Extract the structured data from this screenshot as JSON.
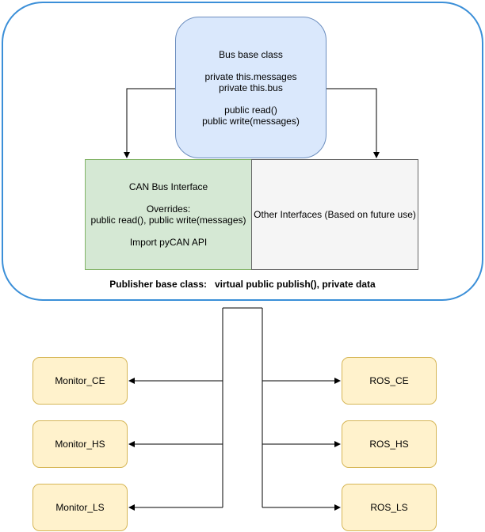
{
  "bus_class": {
    "lines": [
      "Bus base class",
      "",
      "private this.messages",
      "private this.bus",
      "",
      "public read()",
      "public write(messages)"
    ]
  },
  "can_interface": {
    "lines": [
      "CAN Bus Interface",
      "",
      "Overrides:",
      "public read(), public write(messages)",
      "",
      "Import pyCAN API"
    ]
  },
  "other_interfaces": {
    "label": "Other Interfaces (Based on future use)"
  },
  "publisher": {
    "label": "Publisher base class:   virtual public publish(), private data"
  },
  "monitors": [
    "Monitor_CE",
    "Monitor_HS",
    "Monitor_LS"
  ],
  "ros_nodes": [
    "ROS_CE",
    "ROS_HS",
    "ROS_LS"
  ],
  "colors": {
    "container_border": "#3b8fd8",
    "bus_fill": "#dae8fc",
    "bus_border": "#6c8ebf",
    "can_fill": "#d5e8d4",
    "can_border": "#82b366",
    "other_fill": "#f5f5f5",
    "other_border": "#666666",
    "node_fill": "#fff2cc",
    "node_border": "#d6b656"
  }
}
